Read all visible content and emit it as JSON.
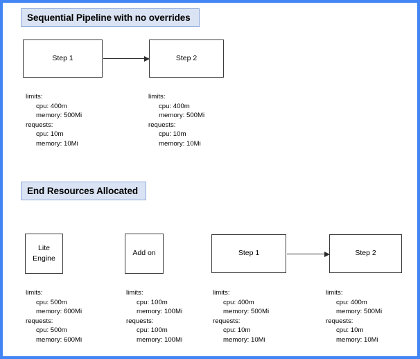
{
  "diagram": {
    "title_visible": false,
    "frame_color": "#4285f4",
    "header_fill": "#dae3f3",
    "header_border": "#8faadc",
    "box_border": "#3c3c3c",
    "sections": [
      {
        "id": "sequential-pipeline",
        "header": "Sequential Pipeline with no overrides",
        "nodes": [
          {
            "id": "seq-step-1",
            "lines": [
              "Step 1"
            ]
          },
          {
            "id": "seq-step-2",
            "lines": [
              "Step 2"
            ]
          }
        ],
        "edges": [
          {
            "from": "seq-step-1",
            "to": "seq-step-2"
          }
        ],
        "resources": [
          {
            "for": "seq-step-1",
            "limits_label": "limits:",
            "limits_cpu": "cpu: 400m",
            "limits_memory": "memory: 500Mi",
            "requests_label": "requests:",
            "requests_cpu": "cpu: 10m",
            "requests_memory": "memory: 10Mi"
          },
          {
            "for": "seq-step-2",
            "limits_label": "limits:",
            "limits_cpu": "cpu: 400m",
            "limits_memory": "memory: 500Mi",
            "requests_label": "requests:",
            "requests_cpu": "cpu: 10m",
            "requests_memory": "memory: 10Mi"
          }
        ]
      },
      {
        "id": "end-resources-allocated",
        "header": "End Resources Allocated",
        "nodes": [
          {
            "id": "lite-engine",
            "lines": [
              "Lite",
              "Engine"
            ]
          },
          {
            "id": "add-on",
            "lines": [
              "Add on"
            ]
          },
          {
            "id": "end-step-1",
            "lines": [
              "Step 1"
            ]
          },
          {
            "id": "end-step-2",
            "lines": [
              "Step 2"
            ]
          }
        ],
        "edges": [
          {
            "from": "end-step-1",
            "to": "end-step-2"
          }
        ],
        "resources": [
          {
            "for": "lite-engine",
            "limits_label": "limits:",
            "limits_cpu": "cpu: 500m",
            "limits_memory": "memory: 600Mi",
            "requests_label": "requests:",
            "requests_cpu": "cpu: 500m",
            "requests_memory": "memory: 600Mi"
          },
          {
            "for": "add-on",
            "limits_label": "limits:",
            "limits_cpu": "cpu: 100m",
            "limits_memory": "memory: 100Mi",
            "requests_label": "requests:",
            "requests_cpu": "cpu: 100m",
            "requests_memory": "memory: 100Mi"
          },
          {
            "for": "end-step-1",
            "limits_label": "limits:",
            "limits_cpu": "cpu: 400m",
            "limits_memory": "memory: 500Mi",
            "requests_label": "requests:",
            "requests_cpu": "cpu: 10m",
            "requests_memory": "memory: 10Mi"
          },
          {
            "for": "end-step-2",
            "limits_label": "limits:",
            "limits_cpu": "cpu: 400m",
            "limits_memory": "memory: 500Mi",
            "requests_label": "requests:",
            "requests_cpu": "cpu: 10m",
            "requests_memory": "memory: 10Mi"
          }
        ]
      }
    ]
  }
}
